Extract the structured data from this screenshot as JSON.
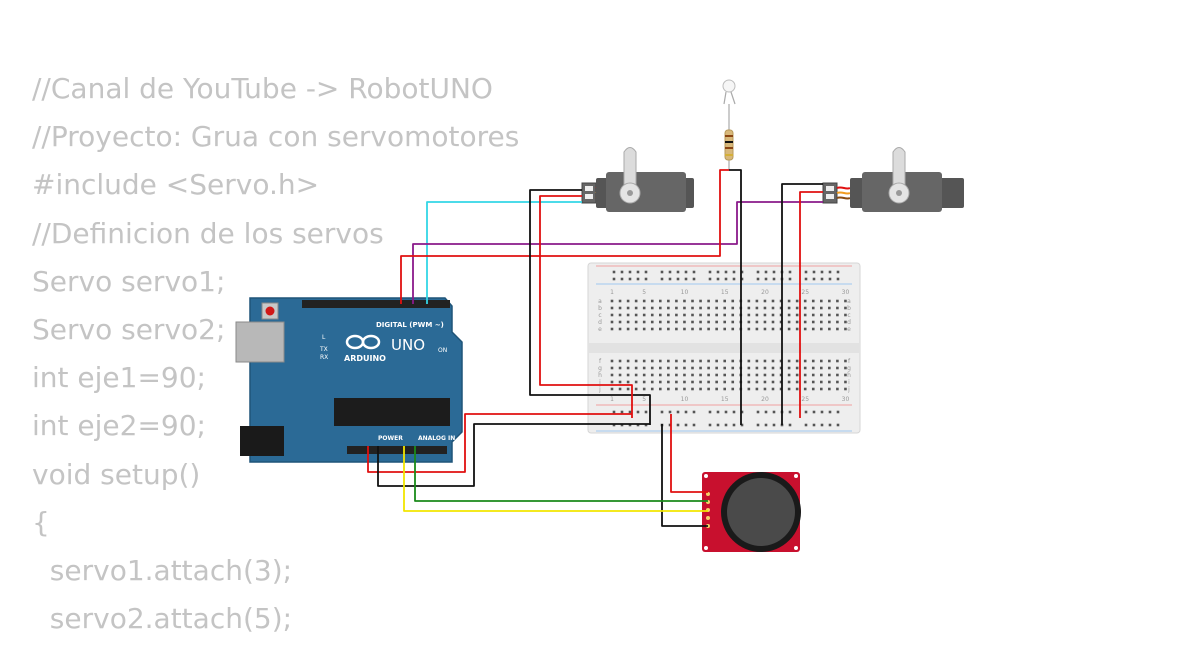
{
  "code_lines": [
    "//Canal de YouTube -> RobotUNO",
    "//Proyecto: Grua con servomotores",
    "#include <Servo.h>",
    "//Definicion de los servos",
    "Servo servo1;",
    "Servo servo2;",
    "int eje1=90;",
    "int eje2=90;",
    "void setup()",
    "{",
    "  servo1.attach(3);",
    "  servo2.attach(5);"
  ],
  "arduino": {
    "brand": "ARDUINO",
    "model": "UNO",
    "digital_header": "DIGITAL (PWM ~)",
    "power_header": "POWER",
    "analog_header": "ANALOG IN",
    "on_label": "ON",
    "led_l": "L",
    "led_tx": "TX",
    "led_rx": "RX"
  },
  "breadboard": {
    "column_numbers": [
      "1",
      "5",
      "10",
      "15",
      "20",
      "25",
      "30"
    ],
    "row_letters_top": [
      "a",
      "b",
      "c",
      "d",
      "e"
    ],
    "row_letters_bottom": [
      "f",
      "g",
      "h",
      "i",
      "j"
    ]
  },
  "colors": {
    "arduino_board": "#2b6a96",
    "breadboard": "#eeeeee",
    "joystick_board": "#c8102e",
    "servo_body": "#555555",
    "wire_red": "#e01010",
    "wire_black": "#111111",
    "wire_cyan": "#33d6e6",
    "wire_purple": "#8a1a8a",
    "wire_green": "#1a8a1a",
    "wire_yellow": "#f2e600",
    "code_text": "#c4c4c4"
  }
}
